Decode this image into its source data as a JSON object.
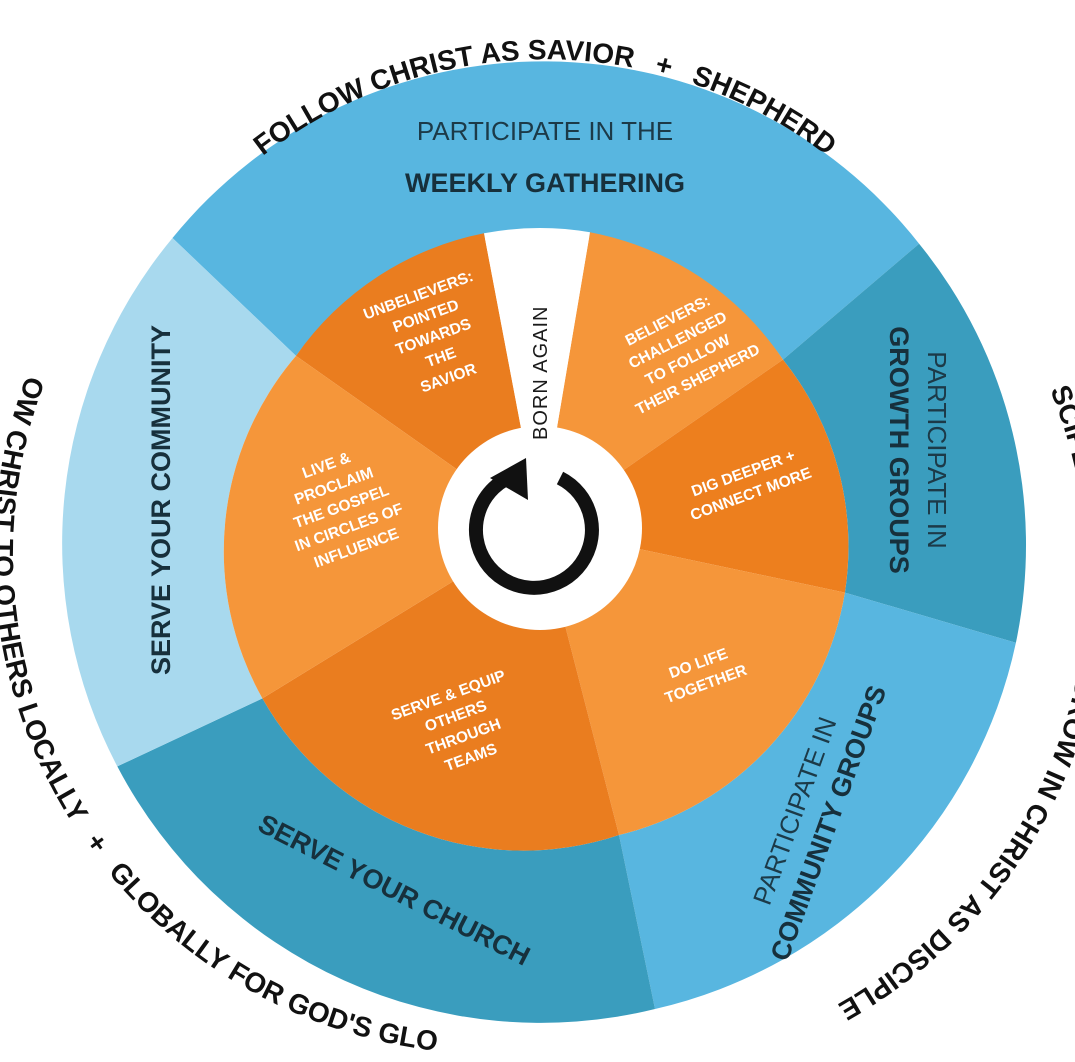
{
  "outer_ring": {
    "top_left": "FOLLOW CHRIST AS SAVIOR",
    "top_plus": "+",
    "top_right": "SHEPHERD",
    "right_upper": "DISCIPLE MAKERS",
    "right_plus": "+",
    "right_lower": "GROW IN CHRIST AS DISCIPLES",
    "left_upper": "SHOW CHRIST TO OTHERS LOCALLY",
    "left_plus": "+",
    "left_lower": "GLOBALLY FOR GOD'S GLORY"
  },
  "blue_ring": {
    "weekly": {
      "light": "PARTICIPATE IN THE",
      "bold": "WEEKLY GATHERING"
    },
    "growth": {
      "light": "PARTICIPATE IN",
      "bold": "GROWTH GROUPS"
    },
    "community": {
      "light": "PARTICIPATE IN",
      "bold": "COMMUNITY GROUPS"
    },
    "church": {
      "bold": "SERVE YOUR CHURCH"
    },
    "serve_community": {
      "bold": "SERVE YOUR COMMUNITY"
    }
  },
  "orange_wedges": {
    "unbelievers": [
      "UNBELIEVERS:",
      "POINTED",
      "TOWARDS",
      "THE",
      "SAVIOR"
    ],
    "believers": [
      "BELIEVERS:",
      "CHALLENGED",
      "TO FOLLOW",
      "THEIR SHEPHERD"
    ],
    "dig_deeper": [
      "DIG DEEPER +",
      "CONNECT MORE"
    ],
    "do_life": [
      "DO LIFE",
      "TOGETHER"
    ],
    "serve_equip": [
      "SERVE & EQUIP",
      "OTHERS",
      "THROUGH",
      "TEAMS"
    ],
    "live_proclaim": [
      "LIVE &",
      "PROCLAIM",
      "THE GOSPEL",
      "IN CIRCLES OF",
      "INFLUENCE"
    ]
  },
  "born_again": "BORN AGAIN",
  "center_icon": "cycle-arrow-icon",
  "colors": {
    "blue_light": "#a8d9ee",
    "blue_mid": "#58b6e0",
    "blue_dark": "#3a9dbe",
    "orange_a": "#f07f20",
    "orange_b": "#f5963a",
    "orange_c": "#e87a1e",
    "text_dark": "#17303c"
  }
}
